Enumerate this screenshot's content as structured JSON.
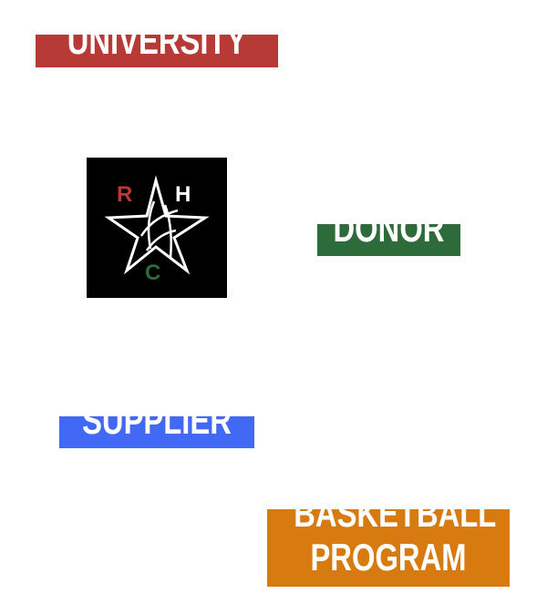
{
  "labels": {
    "university": "UNIVERSITY",
    "donor": "DONOR",
    "supplier": "SUPPLIER",
    "basketball_line1": "BASKETBALL",
    "basketball_line2": "PROGRAM"
  },
  "logo": {
    "letter_left": "R",
    "letter_right": "H",
    "letter_bottom": "C",
    "icon": "star-basketball-icon"
  },
  "colors": {
    "university": "#b73a37",
    "donor": "#2e6b3a",
    "supplier": "#4269f6",
    "basketball": "#d77b10",
    "logo_background": "#000000",
    "logo_letter_red": "#b73a37",
    "logo_letter_white": "#ffffff",
    "logo_letter_green": "#2e6b3a"
  }
}
